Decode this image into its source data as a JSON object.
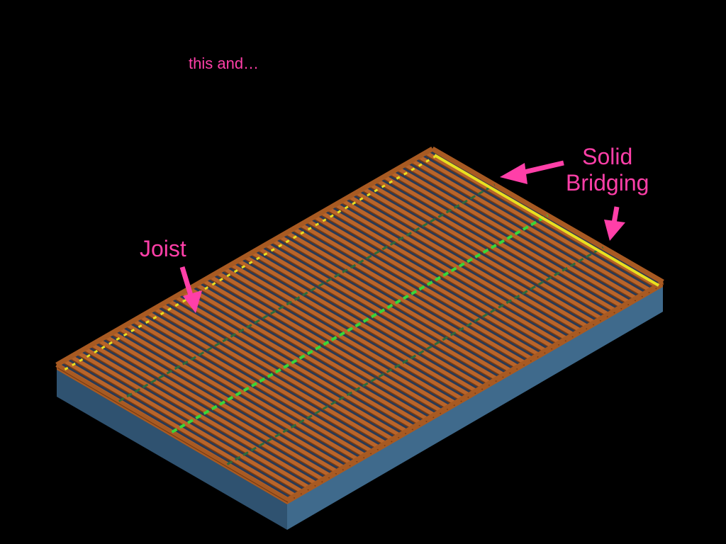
{
  "caption": "this and…",
  "labels": {
    "joist": "Joist",
    "bridging_line1": "Solid",
    "bridging_line2": "Bridging"
  },
  "colors": {
    "background": "#000000",
    "annotation": "#ff3fa8",
    "joist": "#b8642a",
    "joist_dark": "#7a3c12",
    "rim": "#a85a22",
    "foundation_side": "#3f6a8c",
    "foundation_front": "#2f5270",
    "bridging": "#2f6b3c",
    "bridging_bright": "#39d639",
    "end_plate": "#e8e020",
    "joist_gap": "#2a3a55"
  },
  "icons": [
    "arrow-down-icon",
    "arrow-left-icon",
    "arrow-down-icon"
  ]
}
